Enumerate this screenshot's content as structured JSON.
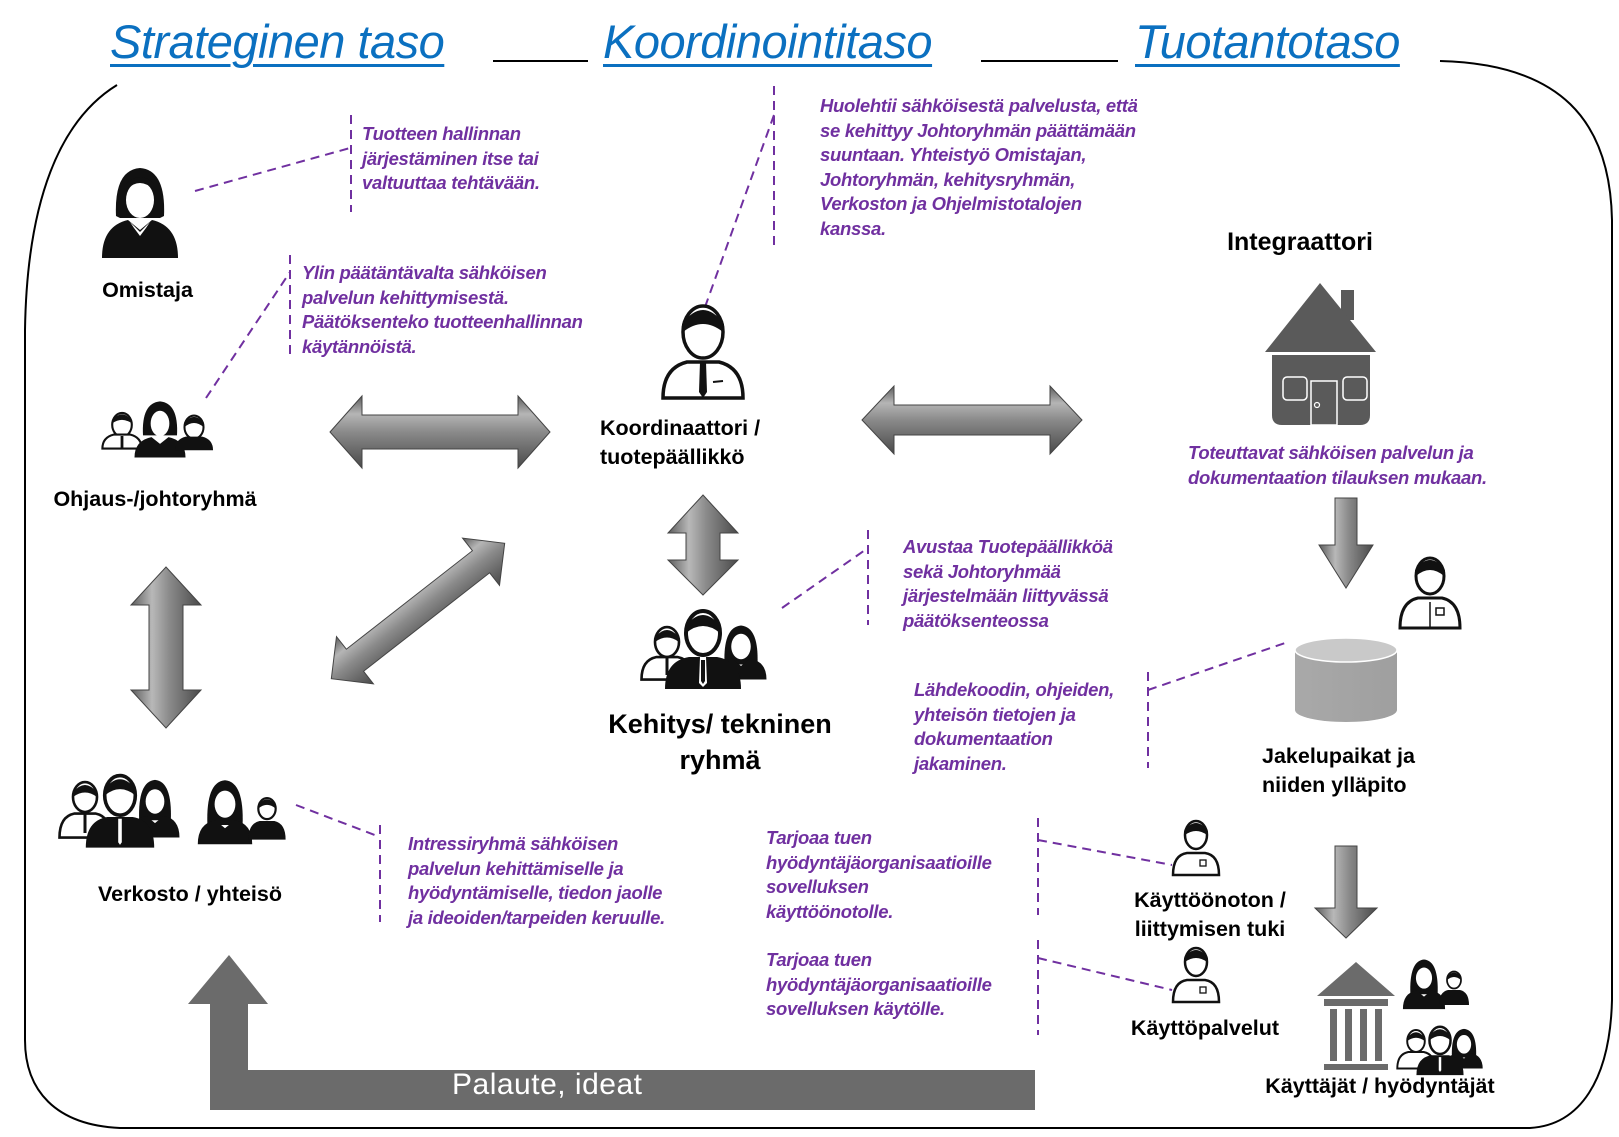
{
  "levels": {
    "strategic": "Strateginen taso",
    "coordination": "Koordinointitaso",
    "production": "Tuotantotaso"
  },
  "colors": {
    "level_title": "#0B70C0",
    "note_text": "#7030A0",
    "connector": "#7030A0",
    "icon_dark": "#111111",
    "icon_gray": "#5A5A5A",
    "feedback_arrow": "#6B6B6B"
  },
  "actors": {
    "owner": "Omistaja",
    "steering_group": "Ohjaus-/johtoryhmä",
    "network": "Verkosto / yhteisö",
    "coordinator": "Koordinaattori /\ntuotepäällikkö",
    "dev_team": "Kehitys/ tekninen\nryhmä",
    "integrator": "Integraattori",
    "distribution": "Jakelupaikat ja\nniiden ylläpito",
    "deployment_support": "Käyttöönoton /\nliittymisen tuki",
    "operations": "Käyttöpalvelut",
    "users": "Käyttäjät / hyödyntäjät"
  },
  "notes": {
    "owner": "Tuotteen hallinnan\njärjestäminen itse tai\nvaltuuttaa tehtävään.",
    "steering_group": "Ylin päätäntävalta sähköisen\npalvelun kehittymisestä.\nPäätöksenteko tuotteenhallinnan\nkäytännöistä.",
    "coordinator": "Huolehtii sähköisestä palvelusta, että\nse kehittyy Johtoryhmän päättämään\nsuuntaan. Yhteistyö Omistajan,\nJohtoryhmän, kehitysryhmän,\nVerkoston ja Ohjelmistotalojen\nkanssa.",
    "integrator": "Toteuttavat sähköisen palvelun ja\ndokumentaation tilauksen mukaan.",
    "dev_team": "Avustaa Tuotepäällikköä\nsekä Johtoryhmää\njärjestelmään liittyvässä\npäätöksenteossa",
    "distribution": "Lähdekoodin, ohjeiden,\nyhteisön tietojen ja\ndokumentaation\njakaminen.",
    "network": "Intressiryhmä sähköisen\npalvelun kehittämiselle ja\nhyödyntämiselle, tiedon jaolle\nja ideoiden/tarpeiden keruulle.",
    "deployment_support": "Tarjoaa tuen\nhyödyntäjäorganisaatioille\nsovelluksen\nkäyttöönotolle.",
    "operations": "Tarjoaa tuen\nhyödyntäjäorganisaatioille\nsovelluksen käytölle."
  },
  "feedback": {
    "label": "Palaute,  ideat"
  }
}
